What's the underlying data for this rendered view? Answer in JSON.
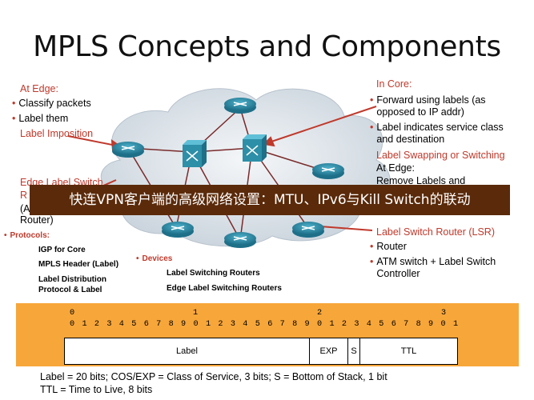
{
  "title": "MPLS Concepts and Components",
  "edge": {
    "heading": "At Edge:",
    "items": [
      "Classify packets",
      "Label them"
    ],
    "subheading": "Label Imposition"
  },
  "core": {
    "heading": "In Core:",
    "items": [
      "Forward using labels (as opposed to IP addr)",
      "Label indicates service class and destination"
    ],
    "subheading": "Label Swapping or Switching"
  },
  "ler": {
    "label_line1": "Edge Label Switch",
    "label_line2": "R",
    "label_line3": "(A",
    "label_line4": "Router)"
  },
  "exit_edge": {
    "heading": "At Edge:",
    "item": "Remove Labels and"
  },
  "banner": "快连VPN客户端的高级网络设置：MTU、IPv6与Kill Switch的联动",
  "protocols": {
    "heading": "Protocols:",
    "items": [
      "IGP for Core",
      "MPLS Header (Label)",
      "Label Distribution Protocol & Label"
    ]
  },
  "devices": {
    "heading": "Devices",
    "items": [
      "Label Switching Routers",
      "Edge Label Switching Routers"
    ]
  },
  "lsr": {
    "heading": "Label Switch Router (LSR)",
    "items": [
      "Router",
      "ATM switch + Label Switch Controller"
    ]
  },
  "header_bits": {
    "tens": [
      "0",
      "1",
      "2",
      "3"
    ],
    "ones": [
      "0",
      "1",
      "2",
      "3",
      "4",
      "5",
      "6",
      "7",
      "8",
      "9",
      "0",
      "1",
      "2",
      "3",
      "4",
      "5",
      "6",
      "7",
      "8",
      "9",
      "0",
      "1",
      "2",
      "3",
      "4",
      "5",
      "6",
      "7",
      "8",
      "9",
      "0",
      "1"
    ],
    "fields": [
      "Label",
      "EXP",
      "S",
      "TTL"
    ]
  },
  "footnote": {
    "line1": "Label = 20 bits; COS/EXP = Class of Service, 3 bits; S = Bottom of Stack, 1 bit",
    "line2": "TTL = Time to Live, 8 bits"
  },
  "colors": {
    "accent_red": "#c0392b",
    "router_teal": "#2d8fa8",
    "cloud": "#dfe6ec",
    "header_bg": "#f7a63a",
    "banner_bg": "#5a2a0a"
  }
}
